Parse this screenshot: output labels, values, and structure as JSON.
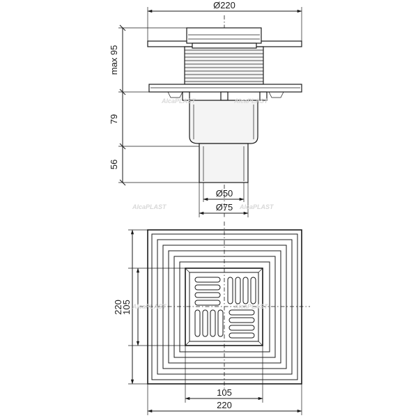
{
  "side_view": {
    "dims": {
      "top_width": "Ø220",
      "height_upper": "max 95",
      "height_middle": "79",
      "height_lower": "56",
      "outlet_inner": "Ø50",
      "outlet_outer": "Ø75"
    }
  },
  "top_view": {
    "dims": {
      "left_outer": "220",
      "left_inner": "105",
      "bottom_inner": "105",
      "bottom_outer": "220"
    }
  },
  "watermark": "AlcaPLAST"
}
